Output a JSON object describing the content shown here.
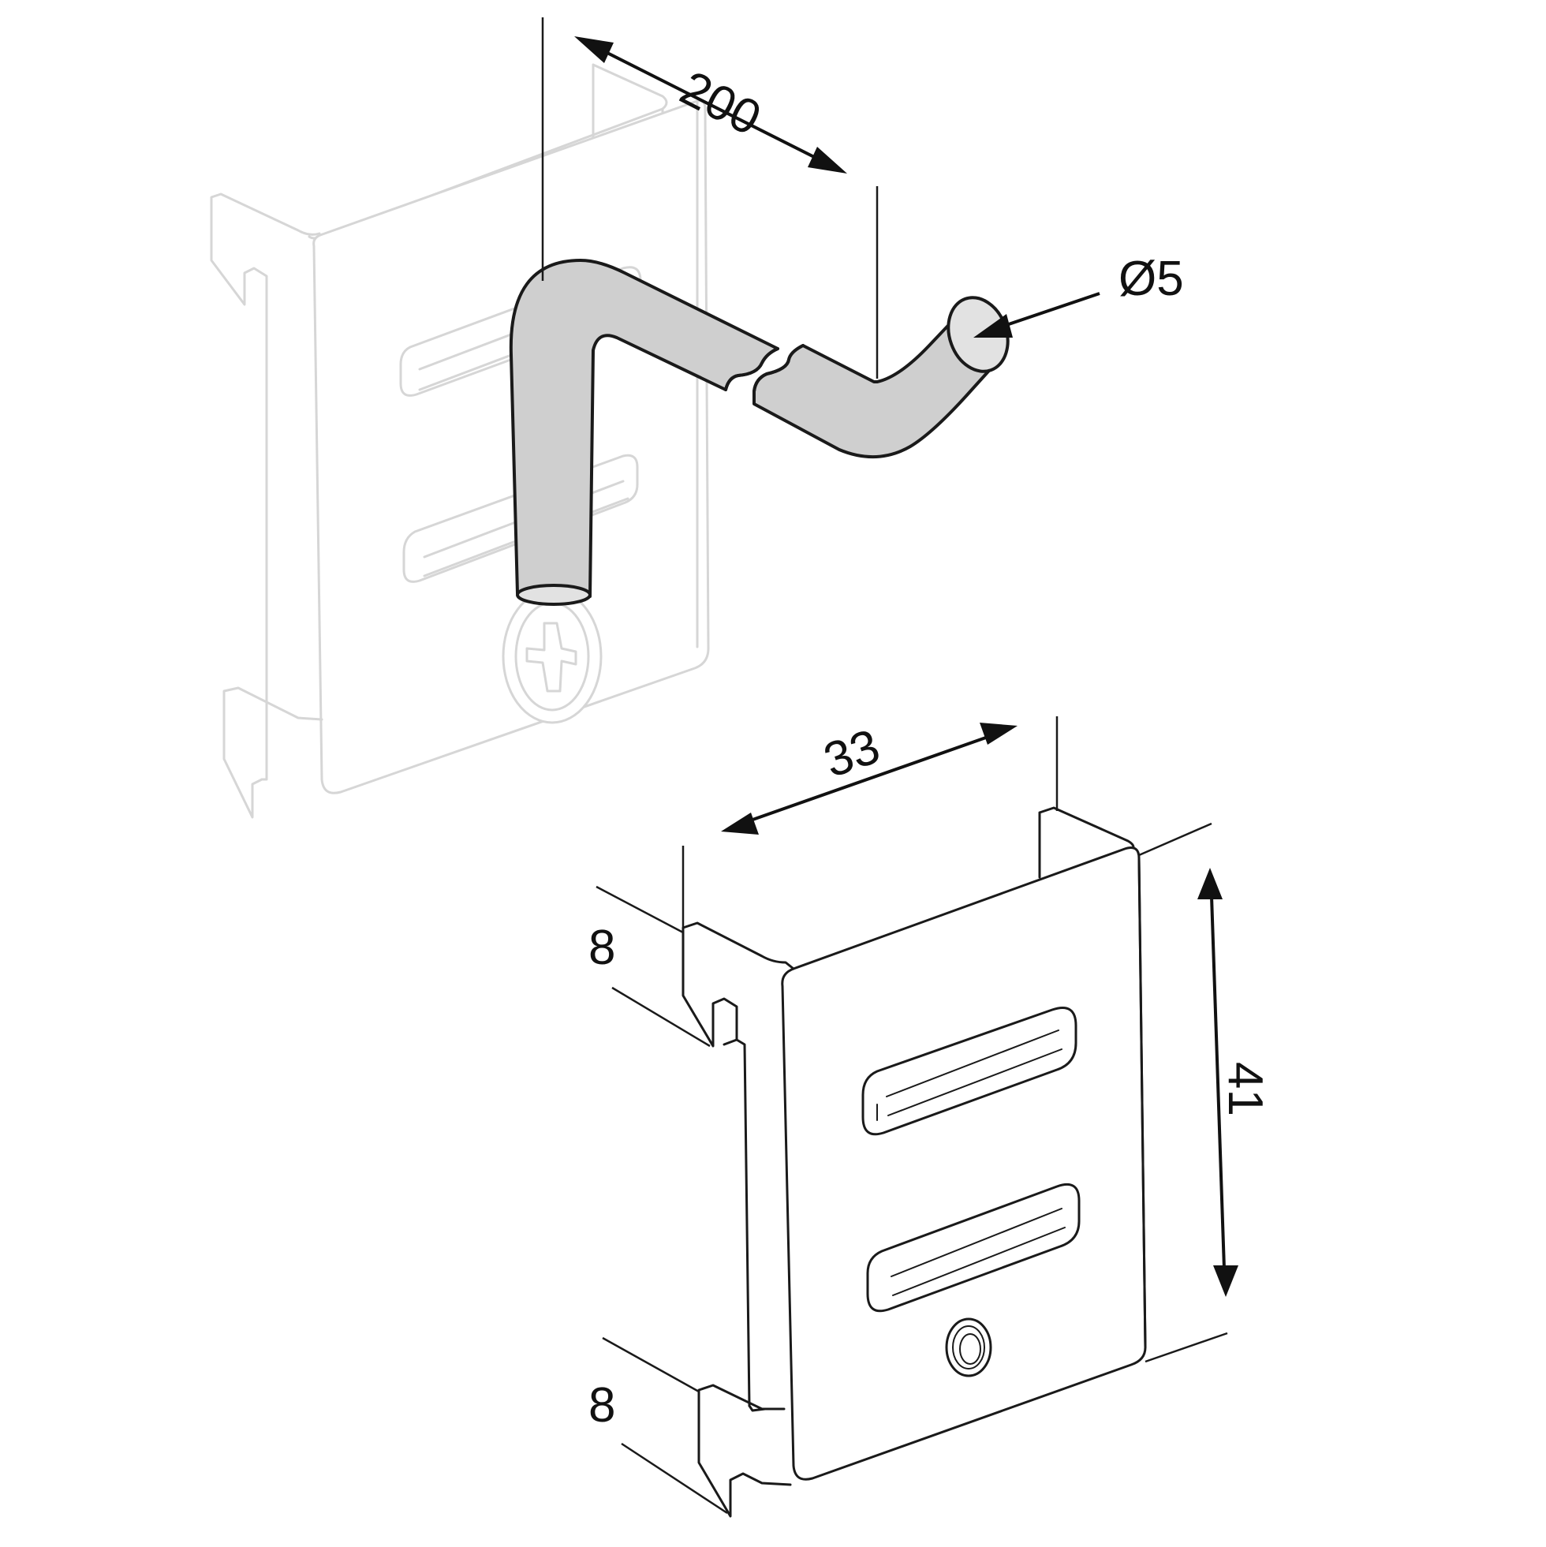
{
  "dimensions": {
    "hook_length": "200",
    "wire_diameter": "Ø5",
    "bracket_width": "33",
    "bracket_height": "41",
    "tab_top": "8",
    "tab_bottom": "8"
  }
}
